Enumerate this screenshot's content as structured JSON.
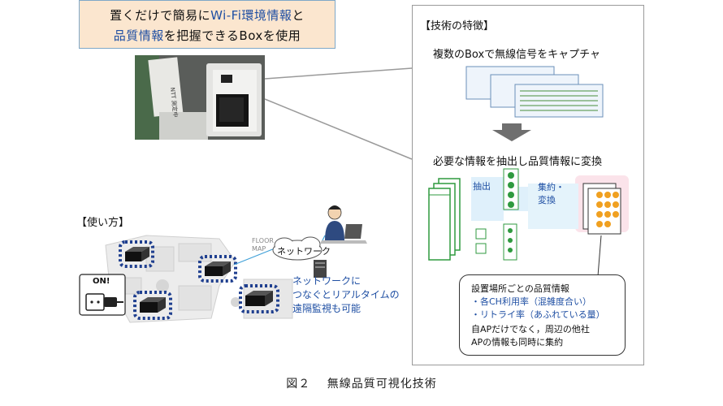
{
  "intro": {
    "line1_pre": "置くだけで簡易に",
    "line1_hl": "Wi-Fi環境情報",
    "line1_post": "と",
    "line2_hl": "品質情報",
    "line2_post": "を把握できるBoxを使用"
  },
  "device_label": "NTT 測定中",
  "usage": {
    "title": "【使い方】",
    "power_label": "ON!",
    "floor_label_1": "FLOOR",
    "floor_label_2": "MAP",
    "network_label": "ネットワーク",
    "desc_line1": "ネットワークに",
    "desc_line2": "つなぐとリアルタイムの",
    "desc_line3": "遠隔監視も可能"
  },
  "features": {
    "title": "【技術の特徴】",
    "capture_text": "複数のBoxで無線信号をキャプチャ",
    "extract_text": "必要な情報を抽出し品質情報に変換",
    "extract_label": "抽出",
    "aggregate_label_1": "集約・",
    "aggregate_label_2": "変換",
    "info": {
      "line1": "設置場所ごとの品質情報",
      "line2": "・各CH利用率（混雑度合い）",
      "line3": "・リトライ率（あふれている量）",
      "line4": "自APだけでなく，周辺の他社",
      "line5": "APの情報も同時に集約"
    }
  },
  "caption": "図２　 無線品質可視化技術",
  "colors": {
    "accent_blue": "#1f4fa3",
    "intro_bg": "#fbe6cf",
    "green": "#2f9a3f",
    "orange": "#f0a020",
    "dotted_blue": "#1f3f8f"
  }
}
